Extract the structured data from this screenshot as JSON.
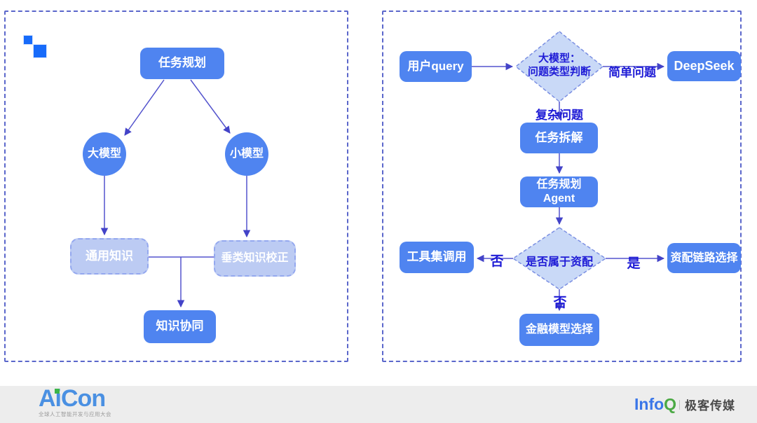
{
  "left_panel": {
    "nodes": {
      "task_planning": "任务规划",
      "large_model": "大模型",
      "small_model": "小模型",
      "general_knowledge": "通用知识",
      "vertical_knowledge_correction": "垂类知识校正",
      "knowledge_synergy": "知识协同"
    }
  },
  "right_panel": {
    "nodes": {
      "user_query": "用户query",
      "decision_question_type": {
        "line1": "大模型：",
        "line2": "问题类型判断"
      },
      "deepseek": "DeepSeek",
      "task_decomposition": "任务拆解",
      "task_planning_agent": {
        "line1": "任务规划",
        "line2": "Agent"
      },
      "decision_is_allocation": "是否属于资配",
      "toolset_call": "工具集调用",
      "allocation_link_selection": "资配链路选择",
      "financial_model_selection": "金融模型选择"
    },
    "edge_labels": {
      "simple_question": "简单问题",
      "complex_question": "复杂问题",
      "no_left": "否",
      "yes_right": "是",
      "no_down": "否"
    }
  },
  "footer": {
    "aicon": {
      "brand": "AiCon",
      "tagline": "全球人工智能开发与应用大会"
    },
    "infoq": {
      "brand_info": "Info",
      "brand_q": "Q",
      "media_name": "极客传媒"
    }
  },
  "colors": {
    "node_blue": "#4f84f0",
    "node_light_blue": "#bccbf3",
    "diamond_fill": "#c9d9f7",
    "diamond_border": "#7b8fe2",
    "connector": "#5353cd",
    "label_blue": "#1f1cd6",
    "panel_border": "#5b67cb",
    "footer_bg": "#ededed",
    "aicon_blue": "#4a90e2",
    "accent_green": "#3cb54a",
    "infoq_blue": "#3a76e8",
    "infoq_green": "#4ba944"
  }
}
